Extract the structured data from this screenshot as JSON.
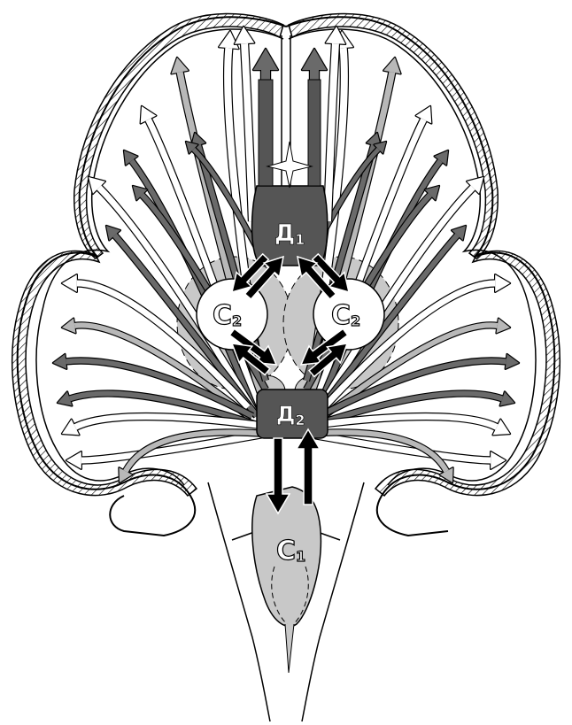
{
  "labels": {
    "d1": {
      "text": "Д",
      "sub": "1"
    },
    "d2": {
      "text": "Д",
      "sub": "2"
    },
    "c2_left": {
      "text": "С",
      "sub": "2"
    },
    "c2_right": {
      "text": "С",
      "sub": "2"
    },
    "c1": {
      "text": "С",
      "sub": "1"
    }
  },
  "colors": {
    "outline": "#000000",
    "hub_dark": "#555555",
    "hub_light": "#c8c8c8",
    "arrow_dark": "#6a6a6a",
    "arrow_light": "#b8b8b8",
    "arrow_white": "#ffffff",
    "arrow_black": "#000000"
  }
}
